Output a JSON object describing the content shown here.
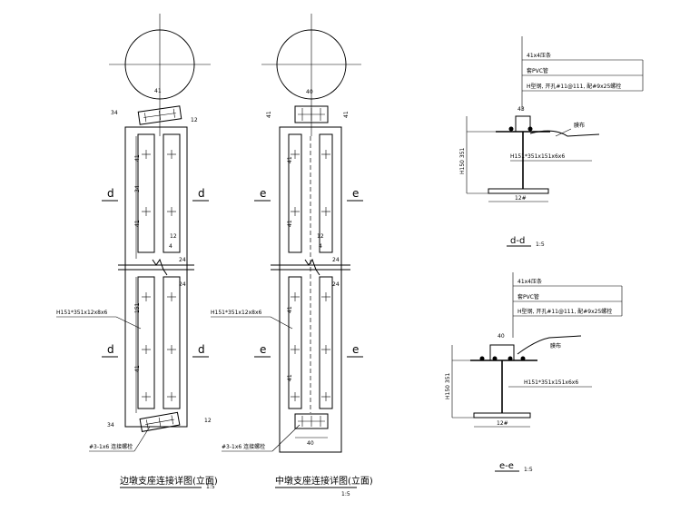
{
  "drawing_1": {
    "section_label": "d",
    "member_label": "H151*351x12x8x6",
    "bolt_label": "#3-1x6 连接螺栓",
    "dimensions": [
      "41",
      "34",
      "41",
      "151",
      "41",
      "12",
      "4",
      "24",
      "24",
      "41",
      "12",
      "34",
      "41"
    ],
    "caption": "边墩支座连接详图(立面)",
    "scale": "1:5"
  },
  "drawing_2": {
    "section_label": "e",
    "member_label": "H151*351x12x8x6",
    "bolt_label": "#3-1x6 连接螺栓",
    "dimensions": [
      "40",
      "41",
      "41",
      "41",
      "41",
      "12",
      "4",
      "24",
      "24",
      "41",
      "41",
      "40"
    ],
    "caption": "中墩支座连接详图(立面)",
    "scale": "1:5"
  },
  "detail_d": {
    "notes": [
      "41x4压条",
      "套PVC管",
      "H型钢, 开孔#11@111, 配#9x25螺栓"
    ],
    "member_label": "H151*351x151x6x6",
    "side_label": "膜布",
    "height_label": "H150 351",
    "base_dim": "12#",
    "top_dim": "43",
    "caption": "d-d",
    "scale": "1:5"
  },
  "detail_e": {
    "notes": [
      "41x4压条",
      "套PVC管",
      "H型钢, 开孔#11@111, 配#9x25螺栓"
    ],
    "member_label": "H151*351x151x6x6",
    "side_label": "膜布",
    "height_label": "H150 351",
    "base_dim": "12#",
    "top_dim": "40",
    "caption": "e-e",
    "scale": "1:5"
  }
}
